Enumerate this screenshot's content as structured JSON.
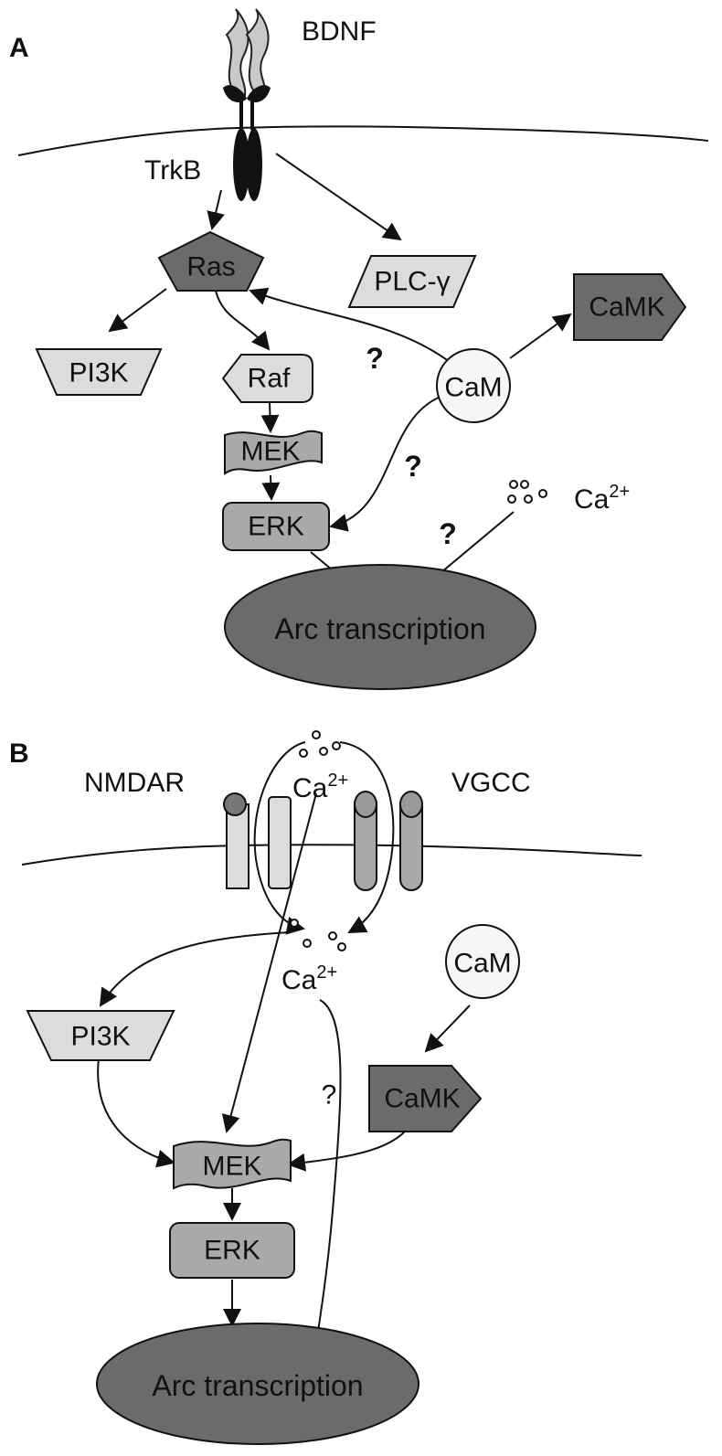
{
  "panelA": {
    "letter": "A",
    "ligand": "BDNF",
    "receptor": "TrkB",
    "nodes": {
      "ras": "Ras",
      "plc": "PLC-γ",
      "camk": "CaMK",
      "pi3k": "PI3K",
      "raf": "Raf",
      "cam": "CaM",
      "mek": "MEK",
      "erk": "ERK",
      "arc": "Arc transcription"
    },
    "calcium": {
      "base": "Ca",
      "charge": "2+"
    },
    "question": "?"
  },
  "panelB": {
    "letter": "B",
    "nmdar": "NMDAR",
    "vgcc": "VGCC",
    "calcium_outside": {
      "base": "Ca",
      "charge": "2+"
    },
    "calcium_inside": {
      "base": "Ca",
      "charge": "2+"
    },
    "nodes": {
      "cam": "CaM",
      "pi3k": "PI3K",
      "camk": "CaMK",
      "mek": "MEK",
      "erk": "ERK",
      "arc": "Arc transcription"
    },
    "question": "?"
  }
}
